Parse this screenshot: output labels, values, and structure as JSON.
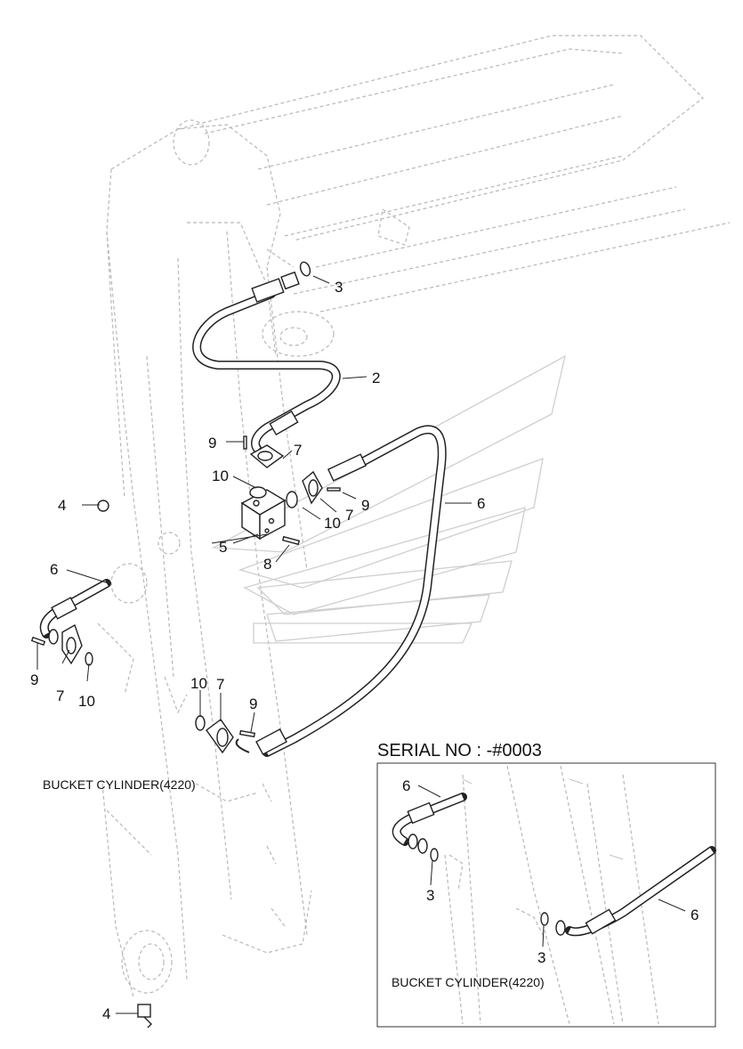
{
  "main_view": {
    "caption": "BUCKET CYLINDER(4220)",
    "callouts": [
      {
        "id": "callout-2",
        "text": "2"
      },
      {
        "id": "callout-3",
        "text": "3"
      },
      {
        "id": "callout-4-top",
        "text": "4"
      },
      {
        "id": "callout-4-bottom",
        "text": "4"
      },
      {
        "id": "callout-5",
        "text": "5"
      },
      {
        "id": "callout-6-right",
        "text": "6"
      },
      {
        "id": "callout-6-left",
        "text": "6"
      },
      {
        "id": "callout-7-top",
        "text": "7"
      },
      {
        "id": "callout-7-mid",
        "text": "7"
      },
      {
        "id": "callout-7-left",
        "text": "7"
      },
      {
        "id": "callout-7-low",
        "text": "7"
      },
      {
        "id": "callout-8",
        "text": "8"
      },
      {
        "id": "callout-9-top",
        "text": "9"
      },
      {
        "id": "callout-9-mid",
        "text": "9"
      },
      {
        "id": "callout-9-left",
        "text": "9"
      },
      {
        "id": "callout-9-low",
        "text": "9"
      },
      {
        "id": "callout-10-top",
        "text": "10"
      },
      {
        "id": "callout-10-mid",
        "text": "10"
      },
      {
        "id": "callout-10-left",
        "text": "10"
      },
      {
        "id": "callout-10-low",
        "text": "10"
      }
    ]
  },
  "inset": {
    "serial_label": "SERIAL NO : -#0003",
    "caption": "BUCKET CYLINDER(4220)",
    "callouts": [
      {
        "id": "inset-6-top",
        "text": "6"
      },
      {
        "id": "inset-3-left",
        "text": "3"
      },
      {
        "id": "inset-3-right",
        "text": "3"
      },
      {
        "id": "inset-6-right",
        "text": "6"
      }
    ]
  }
}
